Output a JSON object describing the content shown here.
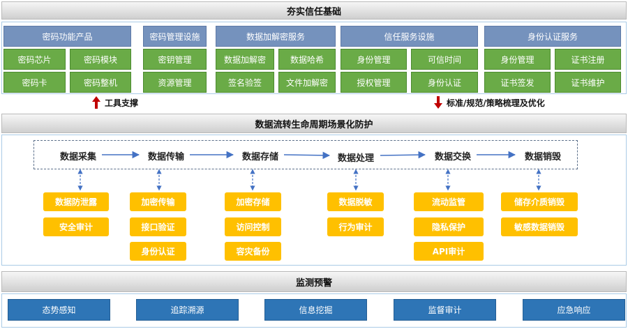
{
  "top": {
    "title": "夯实信任基础",
    "groups": [
      {
        "header": "密码功能产品",
        "items": [
          "密码芯片",
          "密码模块",
          "密码卡",
          "密码整机"
        ]
      },
      {
        "header": "密码管理设施",
        "items": [
          "密钥管理",
          "资源管理"
        ]
      },
      {
        "header": "数据加解密服务",
        "items": [
          "数据加解密",
          "数据哈希",
          "签名验签",
          "文件加解密"
        ]
      },
      {
        "header": "信任服务设施",
        "items": [
          "身份管理",
          "可信时间",
          "授权管理",
          "身份认证"
        ]
      },
      {
        "header": "身份认证服务",
        "items": [
          "身份管理",
          "证书注册",
          "证书签发",
          "证书维护"
        ]
      }
    ]
  },
  "annotations": {
    "left": "工具支撑",
    "right": "标准/规范/策略梳理及优化",
    "colors": {
      "up_arrow": "#c00000",
      "down_arrow": "#c00000"
    }
  },
  "middle": {
    "title": "数据流转生命周期场景化防护",
    "stages": [
      {
        "name": "数据采集",
        "controls": [
          "数据防泄露",
          "安全审计"
        ]
      },
      {
        "name": "数据传输",
        "controls": [
          "加密传输",
          "接口验证",
          "身份认证"
        ]
      },
      {
        "name": "数据存储",
        "controls": [
          "加密存储",
          "访问控制",
          "容灾备份"
        ]
      },
      {
        "name": "数据处理",
        "controls": [
          "数据脱敏",
          "行为审计"
        ]
      },
      {
        "name": "数据交换",
        "controls": [
          "流动监管",
          "隐私保护",
          "API审计"
        ]
      },
      {
        "name": "数据销毁",
        "controls": [
          "储存介质销毁",
          "敏感数据销毁"
        ]
      }
    ]
  },
  "bottom": {
    "title": "监测预警",
    "items": [
      "态势感知",
      "追踪溯源",
      "信息挖掘",
      "监督审计",
      "应急响应"
    ]
  },
  "colors": {
    "category_header": "#7592bd",
    "green_box": "#6aab47",
    "yellow_box": "#ffc000",
    "blue_box": "#2e75b6",
    "flow_arrow": "#4472c4"
  }
}
